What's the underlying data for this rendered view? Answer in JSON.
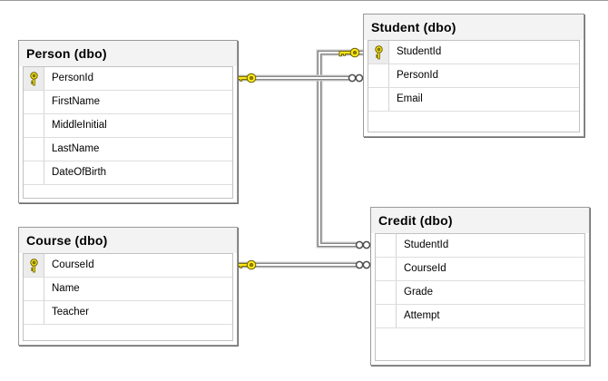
{
  "diagram": {
    "kind": "database-diagram",
    "tables": [
      {
        "title": "Person (dbo)",
        "columns": [
          {
            "name": "PersonId",
            "is_primary_key": true
          },
          {
            "name": "FirstName",
            "is_primary_key": false
          },
          {
            "name": "MiddleInitial",
            "is_primary_key": false
          },
          {
            "name": "LastName",
            "is_primary_key": false
          },
          {
            "name": "DateOfBirth",
            "is_primary_key": false
          }
        ]
      },
      {
        "title": "Student (dbo)",
        "columns": [
          {
            "name": "StudentId",
            "is_primary_key": true
          },
          {
            "name": "PersonId",
            "is_primary_key": false
          },
          {
            "name": "Email",
            "is_primary_key": false
          }
        ]
      },
      {
        "title": "Course (dbo)",
        "columns": [
          {
            "name": "CourseId",
            "is_primary_key": true
          },
          {
            "name": "Name",
            "is_primary_key": false
          },
          {
            "name": "Teacher",
            "is_primary_key": false
          }
        ]
      },
      {
        "title": "Credit (dbo)",
        "columns": [
          {
            "name": "StudentId",
            "is_primary_key": false
          },
          {
            "name": "CourseId",
            "is_primary_key": false
          },
          {
            "name": "Grade",
            "is_primary_key": false
          },
          {
            "name": "Attempt",
            "is_primary_key": false
          }
        ]
      }
    ],
    "relationships": [
      {
        "one_side": {
          "table": "Person",
          "column": "PersonId",
          "symbol": "key-icon"
        },
        "many_side": {
          "table": "Student",
          "column": "PersonId",
          "symbol": "infinity-icon"
        }
      },
      {
        "one_side": {
          "table": "Student",
          "column": "StudentId",
          "symbol": "key-icon"
        },
        "many_side": {
          "table": "Credit",
          "column": "StudentId",
          "symbol": "infinity-icon"
        }
      },
      {
        "one_side": {
          "table": "Course",
          "column": "CourseId",
          "symbol": "key-icon"
        },
        "many_side": {
          "table": "Credit",
          "column": "CourseId",
          "symbol": "infinity-icon"
        }
      }
    ],
    "colors": {
      "key_fill": "#ffe81a",
      "key_outline": "#6b6200",
      "connector_dark": "#767676",
      "connector_light": "#cdcdcd",
      "table_border": "#9a9a9a",
      "title_bg": "#f3f3f3",
      "grid_border": "#c2c2c2",
      "row_separator": "#dddddd",
      "pk_cell_bg": "#ececec"
    }
  }
}
